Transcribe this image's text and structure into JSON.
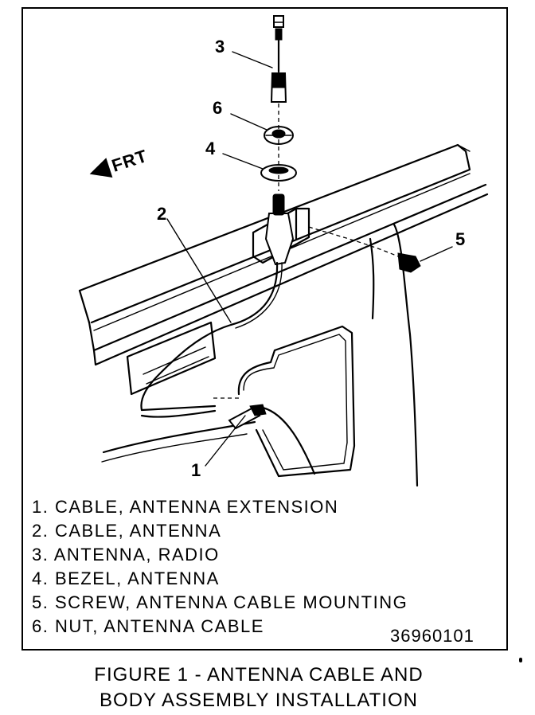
{
  "diagram": {
    "direction_label": "FRT",
    "callouts": [
      "1",
      "2",
      "3",
      "4",
      "5",
      "6"
    ],
    "legend": [
      "1. CABLE, ANTENNA EXTENSION",
      "2. CABLE, ANTENNA",
      "3. ANTENNA, RADIO",
      "4. BEZEL, ANTENNA",
      "5. SCREW, ANTENNA CABLE MOUNTING",
      "6. NUT, ANTENNA CABLE"
    ],
    "figure_number": "36960101"
  },
  "caption": {
    "line1": "FIGURE 1 - ANTENNA CABLE AND",
    "line2": "BODY ASSEMBLY INSTALLATION"
  },
  "colors": {
    "ink": "#000000",
    "paper": "#ffffff"
  },
  "icons": [
    "front-direction-arrow-icon"
  ]
}
